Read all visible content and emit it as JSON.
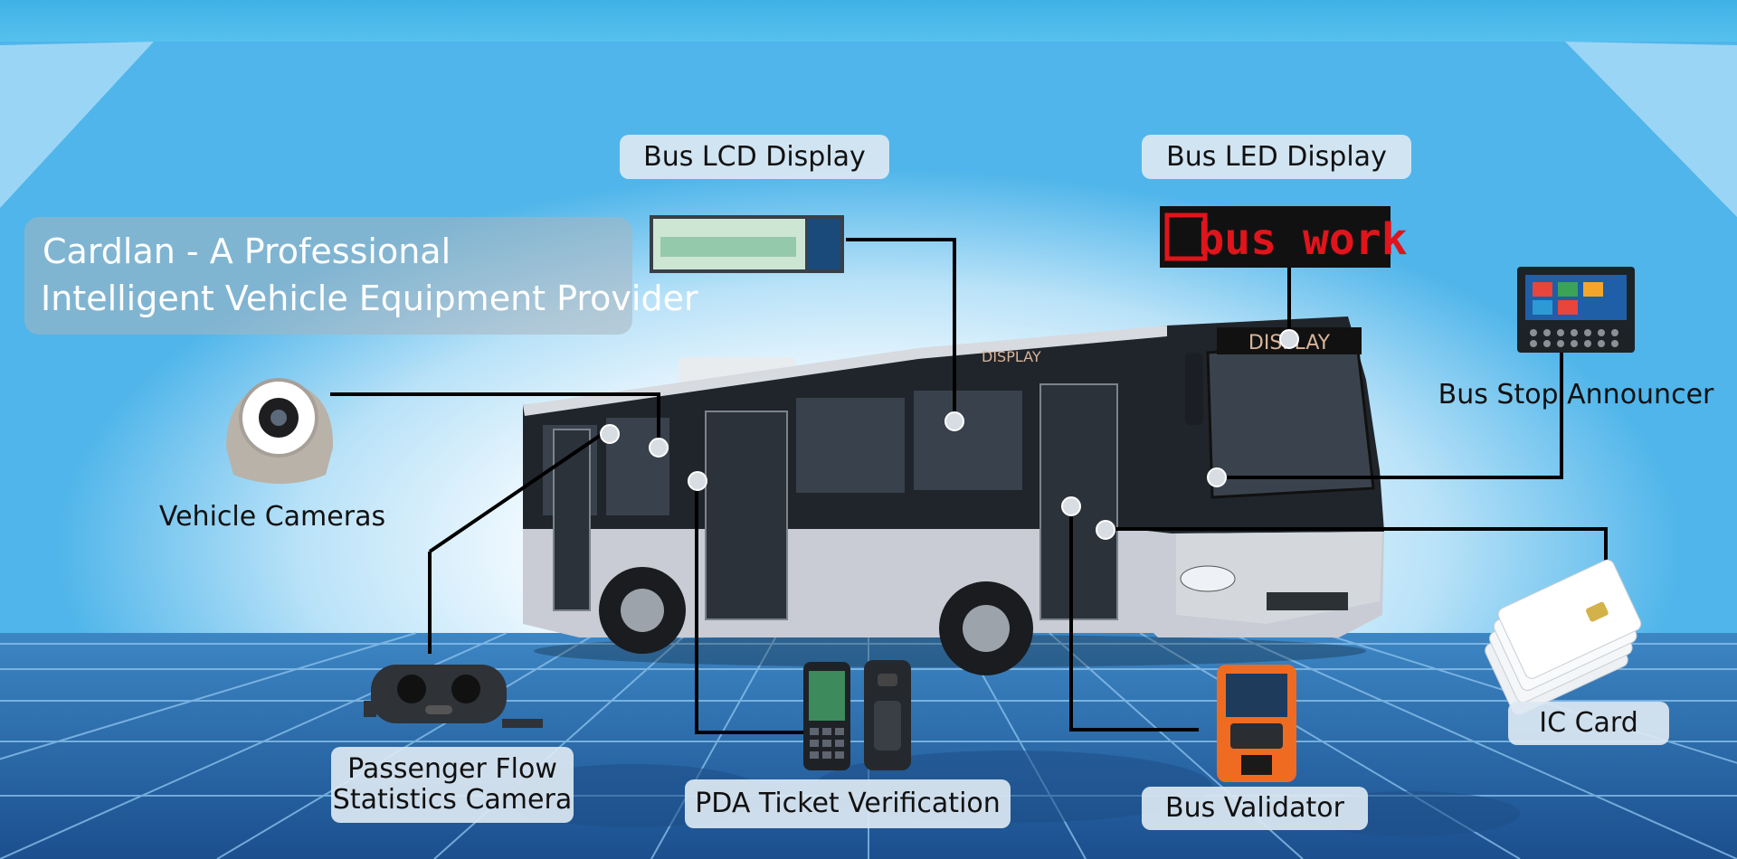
{
  "headline": {
    "line1": "Cardlan - A Professional",
    "line2": "Intelligent Vehicle Equipment Provider"
  },
  "labels": {
    "lcd": "Bus LCD Display",
    "led": "Bus LED Display",
    "announcer": "Bus Stop Announcer",
    "cameras": "Vehicle Cameras",
    "flow_line1": "Passenger Flow",
    "flow_line2": "Statistics Camera",
    "pda": "PDA Ticket Verification",
    "validator": "Bus Validator",
    "ic_card": "IC Card"
  },
  "imagery": {
    "led_sign_text": "bus work",
    "bus_front_sign": "DISPLAY",
    "bus_side_sign": "DISPLAY"
  }
}
